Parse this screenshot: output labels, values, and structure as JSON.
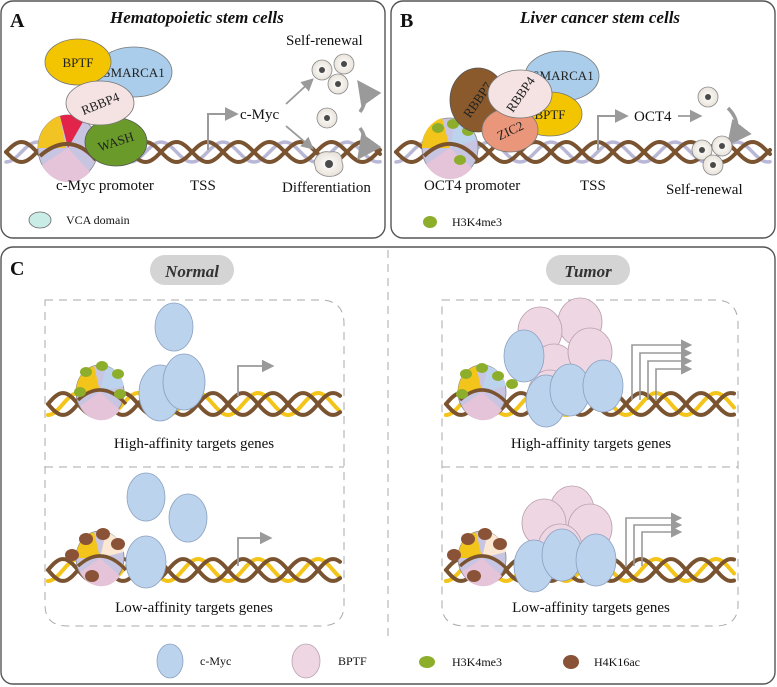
{
  "panel_a": {
    "letter": "A",
    "title": "Hematopoietic stem cells",
    "proteins": {
      "bptf": "BPTF",
      "smarca1": "SMARCA1",
      "rbbp4": "RBBP4",
      "wash": "WASH"
    },
    "gene": "c-Myc",
    "promoter": "c-Myc promoter",
    "tss": "TSS",
    "self_renewal": "Self-renewal",
    "differentiation": "Differentiation",
    "legend": "VCA domain"
  },
  "panel_b": {
    "letter": "B",
    "title": "Liver cancer stem cells",
    "proteins": {
      "rbbp7": "RBBP7",
      "rbbp4": "RBBP4",
      "smarca1": "SMARCA1",
      "bptf": "BPTF",
      "zic2": "ZIC2"
    },
    "gene": "OCT4",
    "promoter": "OCT4 promoter",
    "tss": "TSS",
    "self_renewal": "Self-renewal",
    "legend": "H3K4me3"
  },
  "panel_c": {
    "letter": "C",
    "normal_label": "Normal",
    "tumor_label": "Tumor",
    "high_label": "High-affinity targets genes",
    "low_label": "Low-affinity targets genes"
  },
  "legend": {
    "cmyc": "c-Myc",
    "bptf": "BPTF",
    "h3k4me3": "H3K4me3",
    "h4k16ac": "H4K16ac"
  },
  "colors": {
    "cmyc": "#bcd3ee",
    "bptf": "#efd6e3",
    "h3k4me3": "#8cae2b",
    "h4k16ac": "#8a5236",
    "smarca1": "#a9cdea",
    "bptf_yellow": "#f2c500",
    "wash": "#6a9a2a",
    "rbbp7": "#8a5a2c",
    "zic2": "#e9967a",
    "dna_brown": "#7a5330",
    "dna_yellow": "#f3c419",
    "dna_lilac": "#b9b7d6",
    "arrow": "#9a9a9a"
  }
}
